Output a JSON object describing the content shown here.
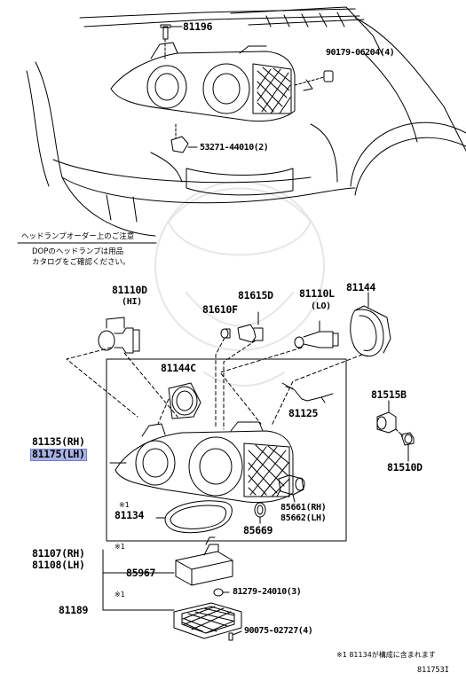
{
  "labels": {
    "p81196": "81196",
    "p90179": "90179-06204(4)",
    "p53271": "53271-44010(2)",
    "p81110d": "81110D",
    "p81110d_sub": "(HI)",
    "p81615d": "81615D",
    "p81610f": "81610F",
    "p81110l": "81110L",
    "p81110l_sub": "(LO)",
    "p81144": "81144",
    "p81144c": "81144C",
    "p81125": "81125",
    "p81515b": "81515B",
    "p81510d": "81510D",
    "p81135": "81135(RH)",
    "p81175": "81175(LH)",
    "p81134_mark": "※1",
    "p81134": "81134",
    "p85661": "85661(RH)",
    "p85662": "85662(LH)",
    "p85669": "85669",
    "p81107": "81107(RH)",
    "p81108": "81108(LH)",
    "p85967_mark": "※1",
    "p85967": "85967",
    "p81279": "81279-24010(3)",
    "p81189_mark": "※1",
    "p81189": "81189",
    "p90075": "90075-02727(4)"
  },
  "order_note": {
    "title": "ヘッドランプオーダー上のご注意",
    "line1": "DOPのヘッドランプは用品",
    "line2": "カタログをご確認ください。"
  },
  "footnote": "※1 81134が構成に含まれます",
  "diagram_code": "811753I",
  "highlight_color": "#a9b2e6"
}
